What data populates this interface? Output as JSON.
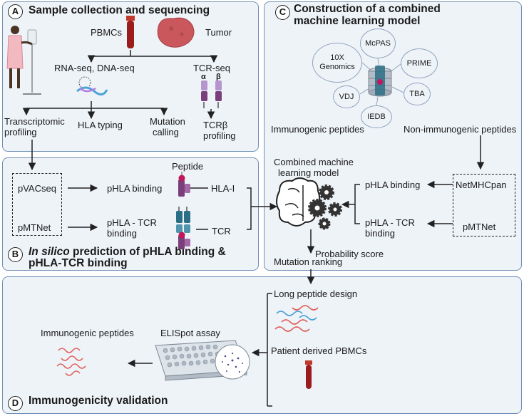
{
  "panels": {
    "a": {
      "letter": "A",
      "title": "Sample collection and sequencing",
      "pbmcs": "PBMCs",
      "tumor": "Tumor",
      "rna_dna_seq": "RNA-seq, DNA-seq",
      "tcr_seq": "TCR-seq",
      "alpha": "α",
      "beta": "β",
      "transcriptomic_1": "Transcriptomic",
      "transcriptomic_2": "profiling",
      "hla_typing": "HLA typing",
      "mutation_1": "Mutation",
      "mutation_2": "calling",
      "tcrb_1": "TCRβ",
      "tcrb_2": "profiling"
    },
    "b": {
      "letter": "B",
      "title_italic": "In silico",
      "title_rest_1": " prediction of pHLA binding &",
      "title_rest_2": "pHLA-TCR binding",
      "pvacseq": "pVACseq",
      "pmtnet": "pMTNet",
      "phla_binding": "pHLA binding",
      "phla_tcr_1": "pHLA - TCR",
      "phla_tcr_2": "binding",
      "peptide": "Peptide",
      "hla_i": "HLA-I",
      "tcr": "TCR"
    },
    "c": {
      "letter": "C",
      "title_1": "Construction of a combined",
      "title_2": "machine learning model",
      "databases": [
        "10X Genomics",
        "McPAS",
        "PRIME",
        "TBA",
        "IEDB",
        "VDJ"
      ],
      "immunogenic": "Immunogenic peptides",
      "non_immunogenic": "Non-immunogenic peptides",
      "combined_1": "Combined machine",
      "combined_2": "learning model",
      "phla_binding": "pHLA binding",
      "phla_tcr_1": "pHLA - TCR",
      "phla_tcr_2": "binding",
      "netmhcpan": "NetMHCpan",
      "pmtnet": "pMTNet",
      "probability": "Probability score",
      "mutation_ranking": "Mutation ranking"
    },
    "d": {
      "letter": "D",
      "title": "Immunogenicity validation",
      "long_peptide": "Long peptide design",
      "patient_pbmcs": "Patient derived PBMCs",
      "elispot": "ELISpot assay",
      "immunogenic": "Immunogenic peptides"
    }
  },
  "colors": {
    "panel_border": "#6f8fb6",
    "panel_fill": "#eef3f8",
    "hla_purple": "#7a3f7a",
    "tcr_teal": "#2b6f86",
    "blood_red": "#9b1c1c",
    "peptide_red": "#e0605a",
    "peptide_blue": "#4aa3d6"
  },
  "icons": [
    "patient-icon",
    "blood-tube-icon",
    "tumor-icon",
    "dna-icon",
    "tcr-chains-icon",
    "hla-molecule-icon",
    "tcr-molecule-icon",
    "brain-gears-icon",
    "database-icon",
    "elispot-plate-icon",
    "peptides-icon"
  ]
}
